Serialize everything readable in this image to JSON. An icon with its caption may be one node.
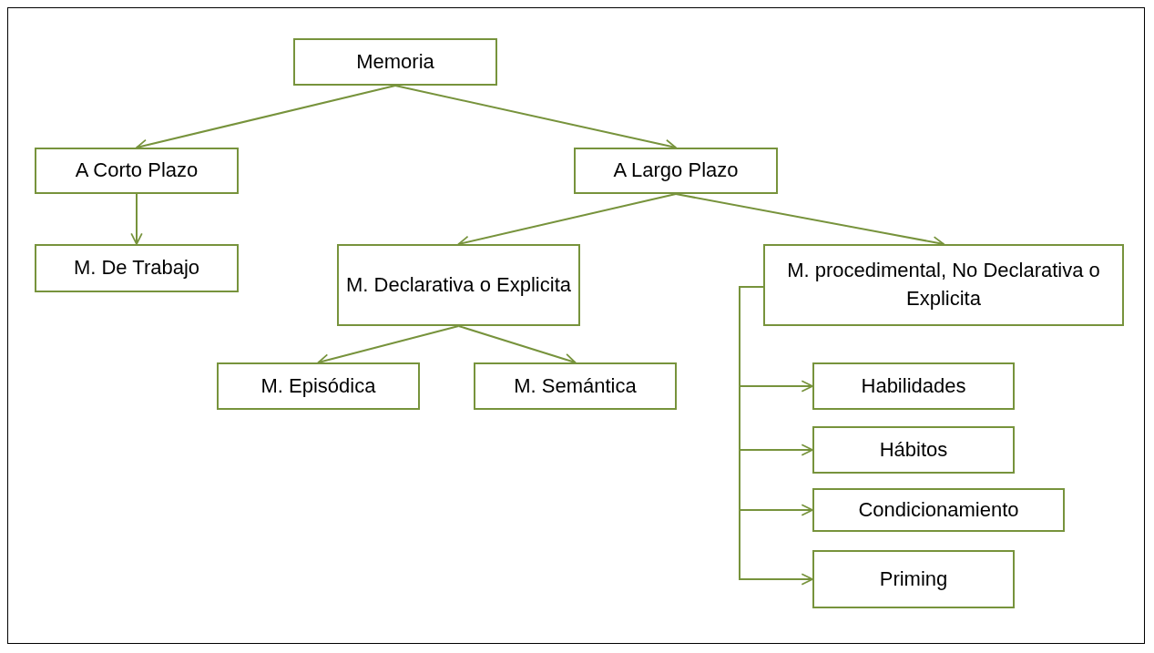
{
  "diagram": {
    "nodes": [
      {
        "text": [
          "Memoria"
        ]
      },
      {
        "text": [
          "A Corto Plazo"
        ]
      },
      {
        "text": [
          "A Largo Plazo"
        ]
      },
      {
        "text": [
          "M. De Trabajo"
        ]
      },
      {
        "text": [
          "M. Declarativa o Explicita"
        ]
      },
      {
        "text": [
          "M. procedimental, No Declarativa o Explicita"
        ]
      },
      {
        "text": [
          "M. Episódica"
        ]
      },
      {
        "text": [
          "M. Semántica"
        ]
      },
      {
        "text": [
          "Habilidades"
        ]
      },
      {
        "text": [
          "Hábitos"
        ]
      },
      {
        "text": [
          "Condicionamiento"
        ]
      },
      {
        "text": [
          "Priming"
        ]
      }
    ],
    "edges": [
      {
        "from": 0,
        "to": 1,
        "arrow": "to"
      },
      {
        "from": 0,
        "to": 2,
        "arrow": "to"
      },
      {
        "from": 1,
        "to": 3,
        "arrow": "to"
      },
      {
        "from": 2,
        "to": 4,
        "arrow": "to"
      },
      {
        "from": 2,
        "to": 5,
        "arrow": "to"
      },
      {
        "from": 4,
        "to": 6,
        "arrow": "to"
      },
      {
        "from": 4,
        "to": 7,
        "arrow": "to"
      },
      {
        "from": 5,
        "to": 8,
        "arrow": "to"
      },
      {
        "from": 5,
        "to": 9,
        "arrow": "to"
      },
      {
        "from": 5,
        "to": 10,
        "arrow": "to"
      },
      {
        "from": 5,
        "to": 11,
        "arrow": "to"
      }
    ]
  }
}
